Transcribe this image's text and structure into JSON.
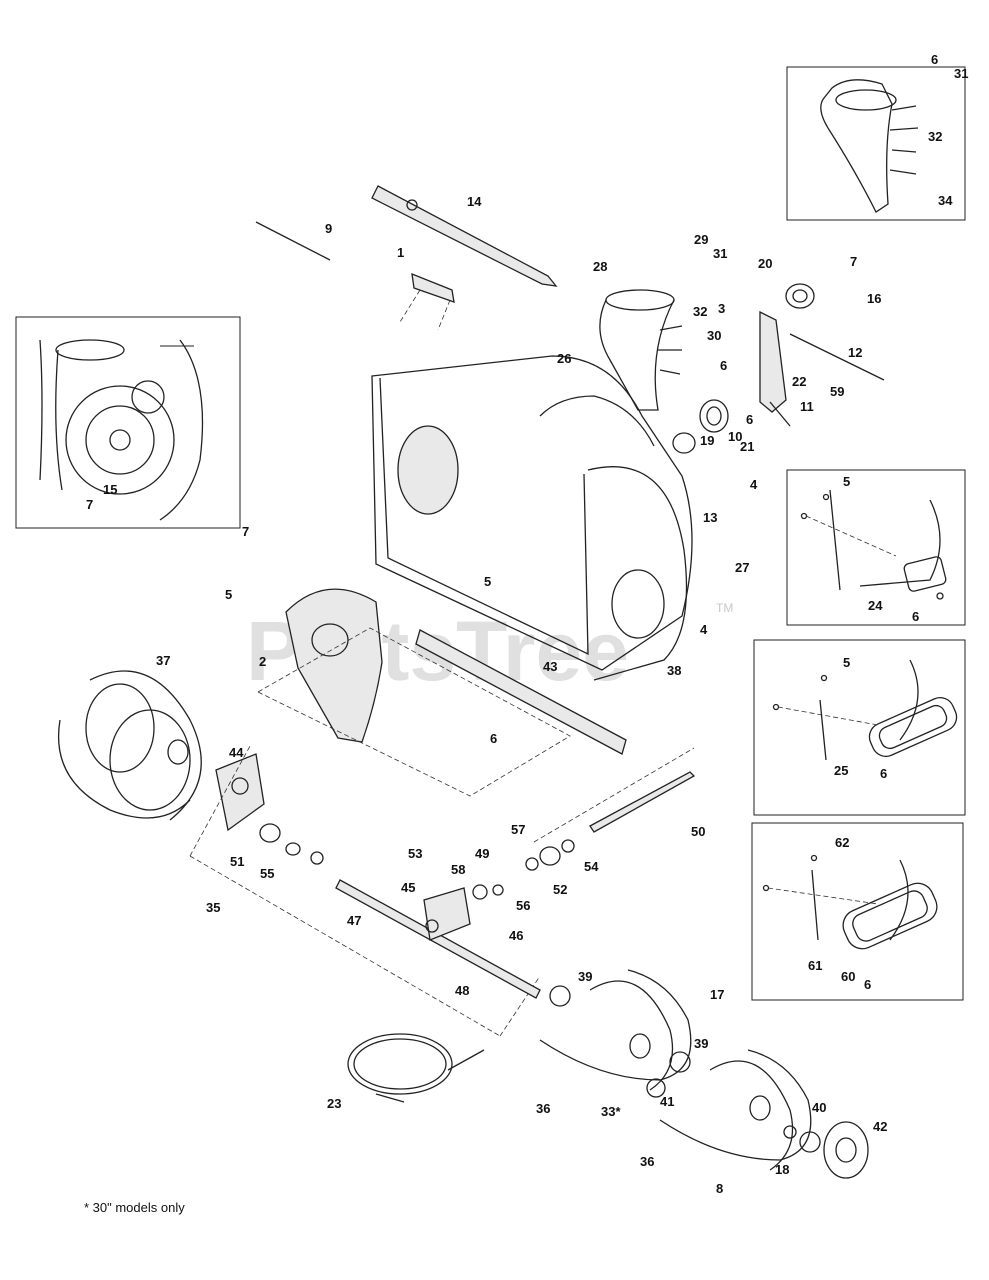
{
  "watermark": "PartsTree",
  "trademark": "TM",
  "footnote": "* 30\" models only",
  "callouts": [
    {
      "id": "c-6a",
      "label": "6"
    },
    {
      "id": "c-31a",
      "label": "31"
    },
    {
      "id": "c-32a",
      "label": "32"
    },
    {
      "id": "c-34",
      "label": "34"
    },
    {
      "id": "c-14",
      "label": "14"
    },
    {
      "id": "c-9",
      "label": "9"
    },
    {
      "id": "c-1",
      "label": "1"
    },
    {
      "id": "c-29",
      "label": "29"
    },
    {
      "id": "c-31b",
      "label": "31"
    },
    {
      "id": "c-28",
      "label": "28"
    },
    {
      "id": "c-32b",
      "label": "32"
    },
    {
      "id": "c-30",
      "label": "30"
    },
    {
      "id": "c-6b",
      "label": "6"
    },
    {
      "id": "c-26",
      "label": "26"
    },
    {
      "id": "c-20",
      "label": "20"
    },
    {
      "id": "c-7a",
      "label": "7"
    },
    {
      "id": "c-3",
      "label": "3"
    },
    {
      "id": "c-16",
      "label": "16"
    },
    {
      "id": "c-12",
      "label": "12"
    },
    {
      "id": "c-22",
      "label": "22"
    },
    {
      "id": "c-59",
      "label": "59"
    },
    {
      "id": "c-11",
      "label": "11"
    },
    {
      "id": "c-6c",
      "label": "6"
    },
    {
      "id": "c-21",
      "label": "21"
    },
    {
      "id": "c-19",
      "label": "19"
    },
    {
      "id": "c-10",
      "label": "10"
    },
    {
      "id": "c-4a",
      "label": "4"
    },
    {
      "id": "c-13",
      "label": "13"
    },
    {
      "id": "c-15",
      "label": "15"
    },
    {
      "id": "c-7b",
      "label": "7"
    },
    {
      "id": "c-7c",
      "label": "7"
    },
    {
      "id": "c-5a",
      "label": "5"
    },
    {
      "id": "c-5b",
      "label": "5"
    },
    {
      "id": "c-27",
      "label": "27"
    },
    {
      "id": "c-2",
      "label": "2"
    },
    {
      "id": "c-4b",
      "label": "4"
    },
    {
      "id": "c-38",
      "label": "38"
    },
    {
      "id": "c-43",
      "label": "43"
    },
    {
      "id": "c-6d",
      "label": "6"
    },
    {
      "id": "c-37",
      "label": "37"
    },
    {
      "id": "c-5c",
      "label": "5"
    },
    {
      "id": "c-24",
      "label": "24"
    },
    {
      "id": "c-6e",
      "label": "6"
    },
    {
      "id": "c-5d",
      "label": "5"
    },
    {
      "id": "c-25",
      "label": "25"
    },
    {
      "id": "c-6f",
      "label": "6"
    },
    {
      "id": "c-62",
      "label": "62"
    },
    {
      "id": "c-61",
      "label": "61"
    },
    {
      "id": "c-60",
      "label": "60"
    },
    {
      "id": "c-6g",
      "label": "6"
    },
    {
      "id": "c-44",
      "label": "44"
    },
    {
      "id": "c-50",
      "label": "50"
    },
    {
      "id": "c-57",
      "label": "57"
    },
    {
      "id": "c-54",
      "label": "54"
    },
    {
      "id": "c-51",
      "label": "51"
    },
    {
      "id": "c-55",
      "label": "55"
    },
    {
      "id": "c-53",
      "label": "53"
    },
    {
      "id": "c-58",
      "label": "58"
    },
    {
      "id": "c-49",
      "label": "49"
    },
    {
      "id": "c-52",
      "label": "52"
    },
    {
      "id": "c-56",
      "label": "56"
    },
    {
      "id": "c-45",
      "label": "45"
    },
    {
      "id": "c-35",
      "label": "35"
    },
    {
      "id": "c-47",
      "label": "47"
    },
    {
      "id": "c-46",
      "label": "46"
    },
    {
      "id": "c-48",
      "label": "48"
    },
    {
      "id": "c-39a",
      "label": "39"
    },
    {
      "id": "c-17",
      "label": "17"
    },
    {
      "id": "c-39b",
      "label": "39"
    },
    {
      "id": "c-23",
      "label": "23"
    },
    {
      "id": "c-36a",
      "label": "36"
    },
    {
      "id": "c-33",
      "label": "33*"
    },
    {
      "id": "c-41",
      "label": "41"
    },
    {
      "id": "c-40",
      "label": "40"
    },
    {
      "id": "c-42",
      "label": "42"
    },
    {
      "id": "c-36b",
      "label": "36"
    },
    {
      "id": "c-18",
      "label": "18"
    },
    {
      "id": "c-8",
      "label": "8"
    }
  ]
}
